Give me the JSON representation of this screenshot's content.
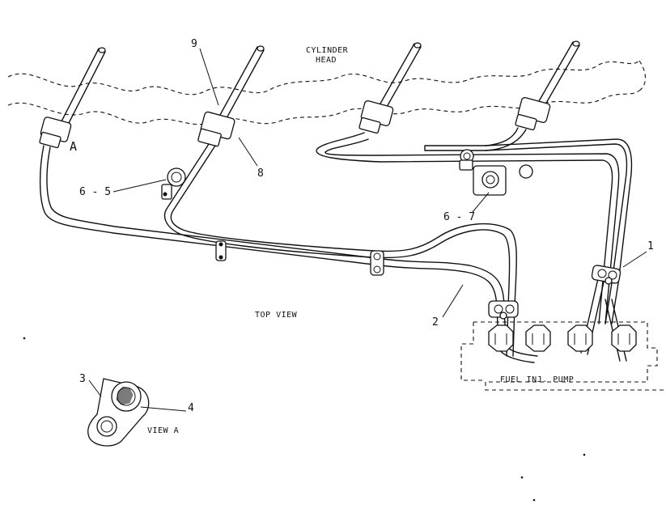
{
  "labels": {
    "cylinder_head_line1": "CYLINDER",
    "cylinder_head_line2": "HEAD",
    "top_view": "TOP VIEW",
    "view_a_caption": "VIEW A",
    "fuel_inj_pump": "FUEL INJ. PUMP",
    "marker_a": "A"
  },
  "callouts": {
    "c1": "1",
    "c2": "2",
    "c3": "3",
    "c4": "4",
    "c6_5": "6 - 5",
    "c6_7": "6 - 7",
    "c8": "8",
    "c9": "9"
  }
}
